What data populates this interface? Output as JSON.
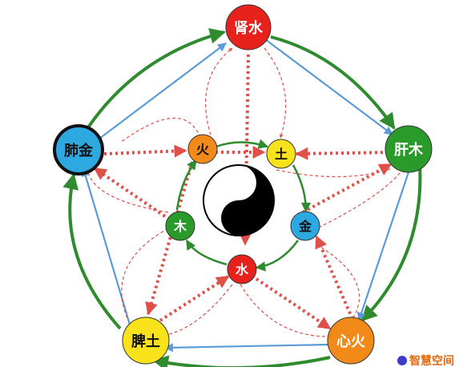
{
  "colors": {
    "green": "#2e8b2e",
    "blue": "#5b9bd5",
    "red_dash": "#e0504a"
  },
  "outer_nodes": {
    "kidney_water": {
      "label": "肾水",
      "fill": "#e8211d",
      "text": "#ffffff"
    },
    "liver_wood": {
      "label": "肝木",
      "fill": "#2a9a2a",
      "text": "#ffffff"
    },
    "heart_fire": {
      "label": "心火",
      "fill": "#f28a1a",
      "text": "#ffffff"
    },
    "spleen_earth": {
      "label": "脾土",
      "fill": "#f7e21b",
      "text": "#111111"
    },
    "lung_metal": {
      "label": "肺金",
      "fill": "#2ea8e0",
      "text": "#111111"
    }
  },
  "inner_nodes": {
    "water": {
      "label": "水",
      "fill": "#e8211d",
      "text": "#ffffff"
    },
    "wood": {
      "label": "木",
      "fill": "#2a9a2a",
      "text": "#ffffff"
    },
    "fire": {
      "label": "火",
      "fill": "#f28a1a",
      "text": "#111111"
    },
    "earth": {
      "label": "土",
      "fill": "#f7e21b",
      "text": "#111111"
    },
    "metal": {
      "label": "金",
      "fill": "#2ea8e0",
      "text": "#111111"
    }
  },
  "center_icon": "yin-yang-icon",
  "watermark": {
    "text": "智慧空间"
  }
}
